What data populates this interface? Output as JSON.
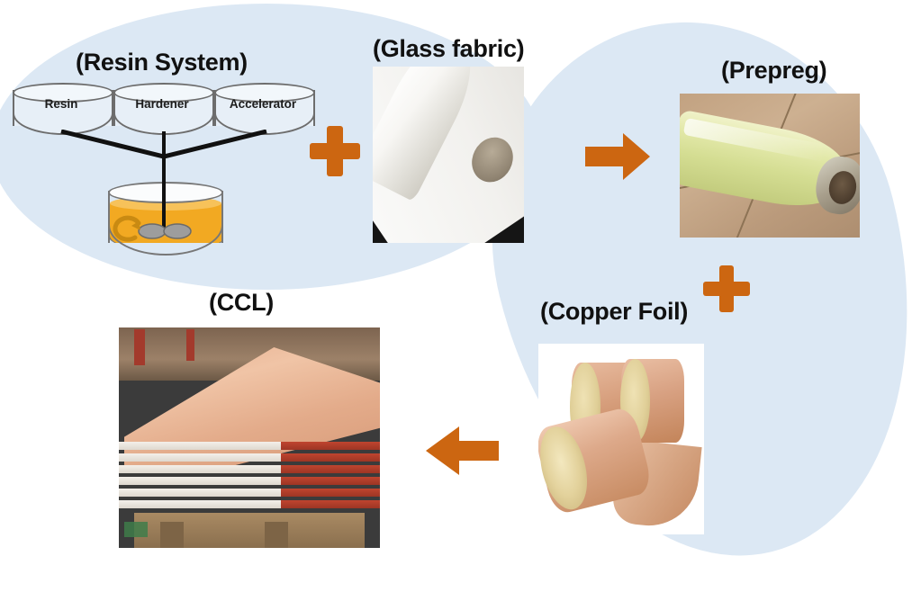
{
  "diagram": {
    "title": "CCL manufacturing process flow",
    "background_color": "#dce8f4",
    "accent_color": "#cc6611"
  },
  "stages": {
    "resin_system": {
      "caption": "(Resin System)",
      "components": [
        {
          "label": "Resin"
        },
        {
          "label": "Hardener"
        },
        {
          "label": "Accelerator"
        }
      ],
      "vessel": {
        "liquid_color": "#f2a922",
        "stirrer": "stirrer-blades",
        "rotation": "rotation-arrow"
      }
    },
    "glass_fabric": {
      "caption": "(Glass fabric)",
      "photo": "white glass fabric roll on dark background"
    },
    "prepreg": {
      "caption": "(Prepreg)",
      "photo": "pale yellow-green prepreg roll on cardboard floor"
    },
    "copper_foil": {
      "caption": "(Copper Foil)",
      "photo": "three copper foil rolls with cream cores"
    },
    "ccl": {
      "caption": "(CCL)",
      "photo": "stack of copper clad laminate panels on wooden pallet"
    }
  },
  "connectors": {
    "plus_resin_glass": "+",
    "arrow_to_prepreg": "→",
    "plus_prepreg_copper": "+",
    "arrow_to_ccl": "←"
  }
}
